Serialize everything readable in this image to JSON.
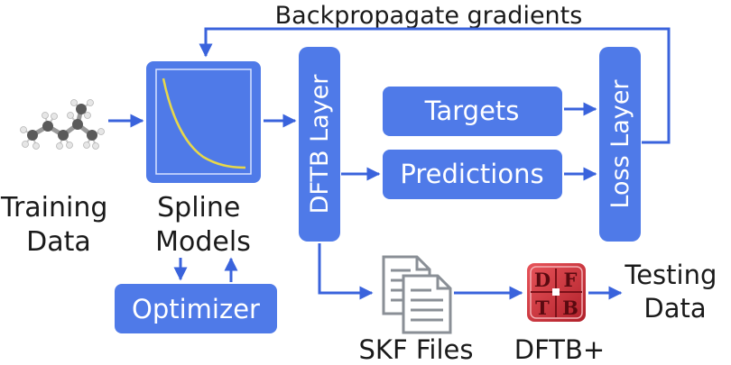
{
  "title": "Backpropagate gradients",
  "training_data": {
    "line1": "Training",
    "line2": "Data"
  },
  "spline_models": {
    "line1": "Spline",
    "line2": "Models"
  },
  "optimizer": "Optimizer",
  "dftb_layer": "DFTB Layer",
  "targets": "Targets",
  "predictions": "Predictions",
  "loss_layer": "Loss Layer",
  "skf_files": "SKF Files",
  "dftb_plus": "DFTB+",
  "dftb_logo": {
    "d": "D",
    "f": "F",
    "t": "T",
    "b": "B"
  },
  "testing_data": {
    "line1": "Testing",
    "line2": "Data"
  },
  "colors": {
    "box": "#4f7ae8",
    "arrow": "#3a63dc",
    "curve": "#e8d84a",
    "logo": "#d8343c"
  }
}
